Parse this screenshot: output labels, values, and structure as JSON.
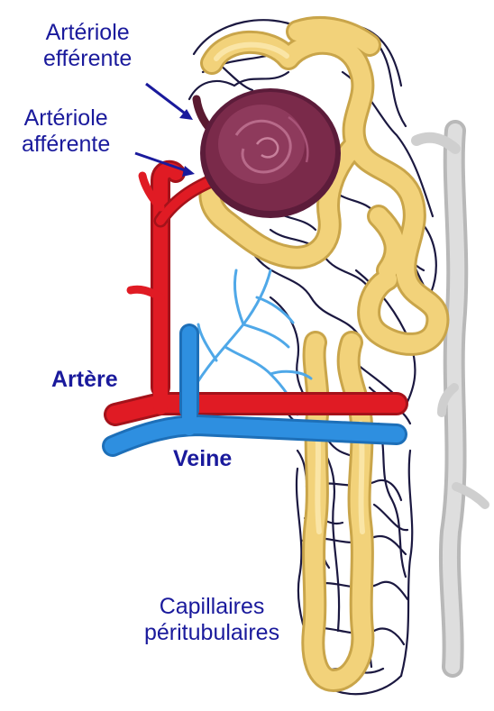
{
  "labels": {
    "efferent_line1": "Artériole",
    "efferent_line2": "efférente",
    "afferent_line1": "Artériole",
    "afferent_line2": "afférente",
    "artery": "Artère",
    "vein": "Veine",
    "capillaries_line1": "Capillaires",
    "capillaries_line2": "péritubulaires"
  },
  "colors": {
    "label_text": "#1a1a9c",
    "artery": "#e01b24",
    "vein": "#2e8fe0",
    "venule": "#4fa8e8",
    "tubule": "#f2d27a",
    "tubule_outline": "#c9a54a",
    "glomerulus": "#7a2a4a",
    "capillary": "#1b1840",
    "collecting_duct": "#cfcfcf"
  }
}
